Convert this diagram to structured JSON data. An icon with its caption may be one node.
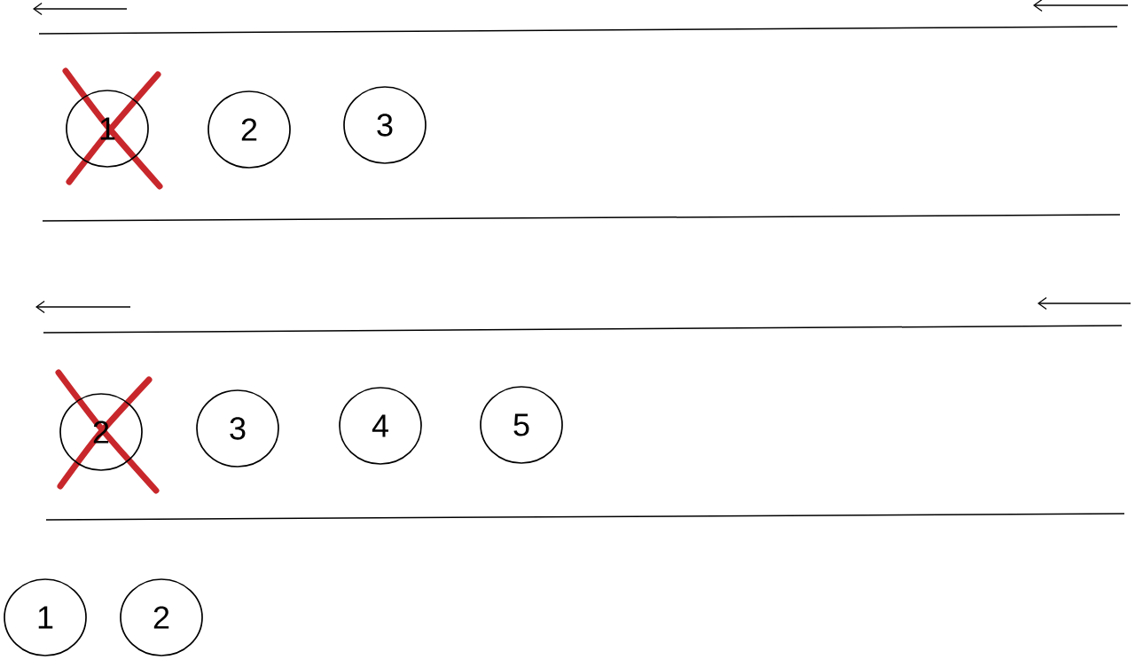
{
  "diagram": {
    "nodes": [
      {
        "text": [
          "1"
        ]
      },
      {
        "text": [
          "2"
        ]
      },
      {
        "text": [
          "3"
        ]
      },
      {
        "text": [
          "2"
        ]
      },
      {
        "text": [
          "3"
        ]
      },
      {
        "text": [
          "4"
        ]
      },
      {
        "text": [
          "5"
        ]
      },
      {
        "text": [
          "1"
        ]
      },
      {
        "text": [
          "2"
        ]
      }
    ]
  }
}
